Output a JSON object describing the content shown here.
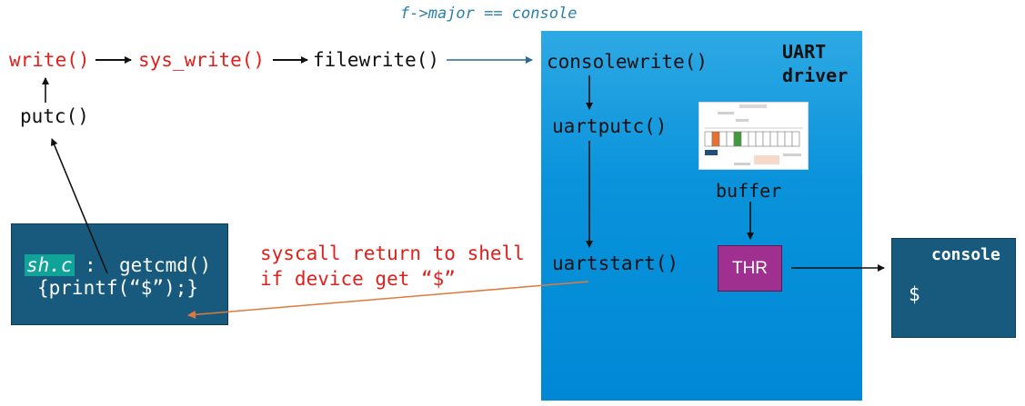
{
  "header_label": "f->major == console",
  "functions": {
    "write": "write()",
    "sys_write": "sys_write()",
    "filewrite": "filewrite()",
    "putc": "putc()",
    "consolewrite": "consolewrite()",
    "uartputc": "uartputc()",
    "uartstart": "uartstart()"
  },
  "uart_panel": {
    "title": "UART driver"
  },
  "buffer": {
    "label": "buffer"
  },
  "thr": {
    "label": "THR"
  },
  "shell_box": {
    "file": "sh.c",
    "separator": ":",
    "fn": "getcmd()",
    "body": "{printf(“$”);}"
  },
  "return_note": {
    "line1": "syscall return to shell",
    "line2": "if device get “$”"
  },
  "console_box": {
    "title": "console",
    "prompt": "$"
  },
  "colors": {
    "red_text": "#e0201c",
    "panel_blue": "#0a93db",
    "box_navy": "#175a7d",
    "thr_purple": "#a0308f",
    "return_arrow": "#e07a3a",
    "highlight_teal": "#0fa39a",
    "dark_arrow_blue": "#2a6a95"
  }
}
